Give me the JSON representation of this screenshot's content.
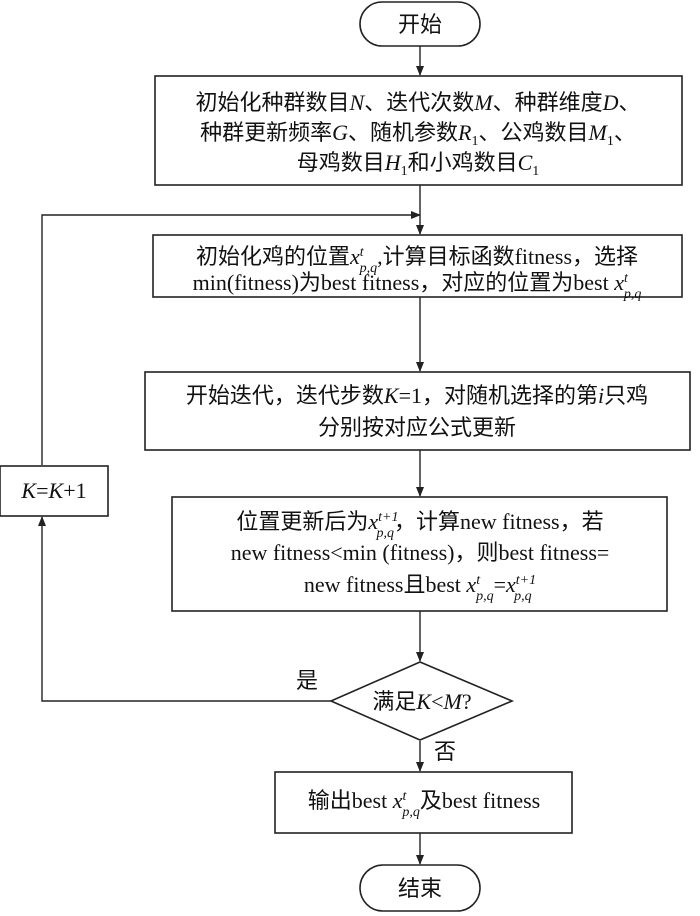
{
  "nodes": {
    "start": {
      "label": "开始"
    },
    "init_params": {
      "line1": {
        "pre": "初始化种群数目",
        "v1": "N",
        "mid1": "、迭代次数",
        "v2": "M",
        "mid2": "、种群维度",
        "v3": "D",
        "post": "、"
      },
      "line2": {
        "pre": "种群更新频率",
        "v1": "G",
        "mid1": "、随机参数",
        "v2": "R",
        "v2sub": "1",
        "mid2": "、公鸡数目",
        "v3": "M",
        "v3sub": "1",
        "post": "、"
      },
      "line3": {
        "pre": "母鸡数目",
        "v1": "H",
        "v1sub": "1",
        "mid1": "和小鸡数目",
        "v2": "C",
        "v2sub": "1"
      }
    },
    "init_position": {
      "line1": {
        "pre": "初始化鸡的位置",
        "var": "x",
        "sup": "t",
        "sub": "p,q",
        "post": ",计算目标函数fitness，选择"
      },
      "line2": {
        "pre": "min(fitness)为best fitness，对应的位置为best ",
        "var": "x",
        "sup": "t",
        "sub": "p,q"
      }
    },
    "iterate": {
      "line1": {
        "pre": "开始迭代，迭代步数",
        "v1": "K",
        "mid": "=1，对随机选择的第",
        "v2": "i",
        "post": "只鸡"
      },
      "line2": {
        "text": "分别按对应公式更新"
      }
    },
    "update": {
      "line1": {
        "pre": "位置更新后为",
        "var": "x",
        "sup": "t+1",
        "sub": "p,q",
        "post": "，计算new fitness，若"
      },
      "line2": {
        "text": "new fitness<min (fitness)，则best fitness="
      },
      "line3": {
        "pre": "new fitness且best ",
        "var1": "x",
        "sup1": "t",
        "sub1": "p,q",
        "eq": "=",
        "var2": "x",
        "sup2": "t+1",
        "sub2": "p,q"
      }
    },
    "decision": {
      "pre": "满足",
      "v1": "K",
      "op": "<",
      "v2": "M",
      "post": "?"
    },
    "output": {
      "pre": "输出best ",
      "var": "x",
      "sup": "t",
      "sub": "p,q",
      "post": "及best fitness"
    },
    "increment": {
      "v1": "K",
      "op": "=",
      "v2": "K",
      "post": "+1"
    },
    "end": {
      "label": "结束"
    }
  },
  "edges": {
    "yes_label": "是",
    "no_label": "否"
  }
}
